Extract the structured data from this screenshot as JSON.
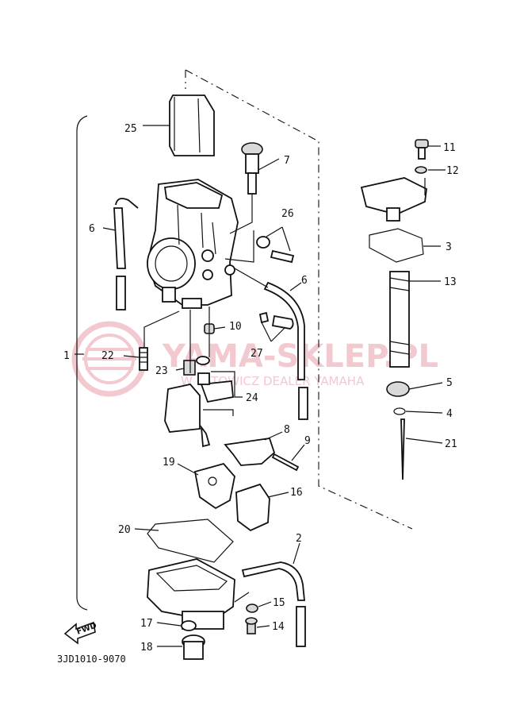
{
  "diagram_code": "3JD1010-9070",
  "fwd_label": "FWD",
  "watermark": {
    "main": "YAMA-SKLEP.PL",
    "sub": "W KATOWICZ DEALER YAMAHA"
  },
  "callouts": [
    {
      "id": "c1",
      "label": "1"
    },
    {
      "id": "c2",
      "label": "2"
    },
    {
      "id": "c3",
      "label": "3"
    },
    {
      "id": "c4",
      "label": "4"
    },
    {
      "id": "c5",
      "label": "5"
    },
    {
      "id": "c6a",
      "label": "6"
    },
    {
      "id": "c6b",
      "label": "6"
    },
    {
      "id": "c7",
      "label": "7"
    },
    {
      "id": "c8",
      "label": "8"
    },
    {
      "id": "c9",
      "label": "9"
    },
    {
      "id": "c10",
      "label": "10"
    },
    {
      "id": "c11",
      "label": "11"
    },
    {
      "id": "c12",
      "label": "12"
    },
    {
      "id": "c13",
      "label": "13"
    },
    {
      "id": "c14",
      "label": "14"
    },
    {
      "id": "c15",
      "label": "15"
    },
    {
      "id": "c16",
      "label": "16"
    },
    {
      "id": "c17",
      "label": "17"
    },
    {
      "id": "c18",
      "label": "18"
    },
    {
      "id": "c19",
      "label": "19"
    },
    {
      "id": "c20",
      "label": "20"
    },
    {
      "id": "c21",
      "label": "21"
    },
    {
      "id": "c22",
      "label": "22"
    },
    {
      "id": "c23",
      "label": "23"
    },
    {
      "id": "c24",
      "label": "24"
    },
    {
      "id": "c25",
      "label": "25"
    },
    {
      "id": "c26",
      "label": "26"
    },
    {
      "id": "c27",
      "label": "27"
    }
  ]
}
